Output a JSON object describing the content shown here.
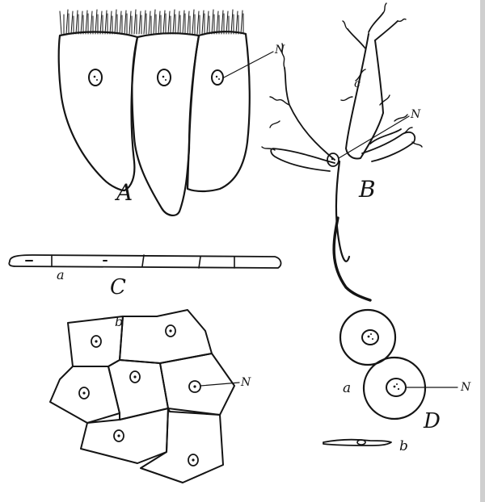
{
  "labels": {
    "fig_A": "A",
    "fig_B": "B",
    "fig_C": "C",
    "fig_D": "D",
    "nucleus_A": "N",
    "nucleus_B": "N",
    "nucleus_C": "N",
    "nucleus_D": "N",
    "process_B": "c",
    "sub_Ca": "a",
    "sub_Cb": "b",
    "sub_Da": "a",
    "sub_Db": "b"
  },
  "colors": {
    "ink": "#141414",
    "paper": "#ffffff"
  }
}
